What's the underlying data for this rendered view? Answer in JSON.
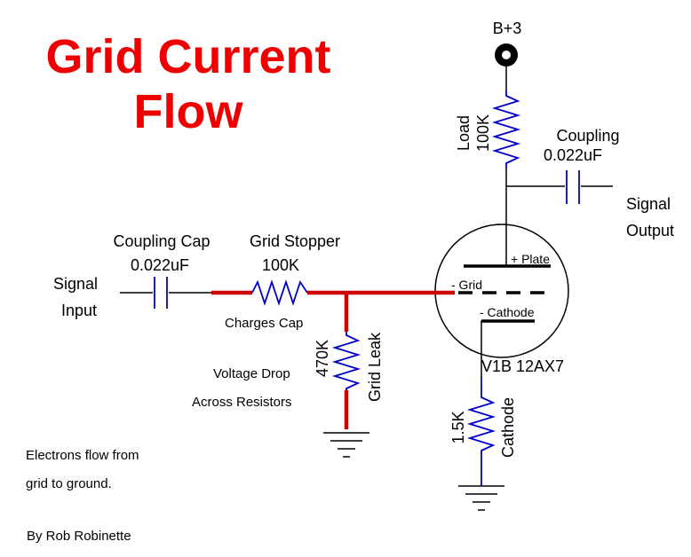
{
  "title": {
    "line1": "Grid Current",
    "line2": "Flow"
  },
  "supply": {
    "label": "B+3"
  },
  "load": {
    "name": "Load",
    "value": "100K"
  },
  "output_coupling": {
    "name": "Coupling",
    "value": "0.022uF"
  },
  "signal_output": {
    "line1": "Signal",
    "line2": "Output"
  },
  "signal_input": {
    "line1": "Signal",
    "line2": "Input"
  },
  "input_coupling": {
    "name": "Coupling Cap",
    "value": "0.022uF"
  },
  "grid_stopper": {
    "name": "Grid Stopper",
    "value": "100K"
  },
  "grid_leak": {
    "name": "Grid Leak",
    "value": "470K"
  },
  "cathode_resistor": {
    "name": "Cathode",
    "value": "1.5K"
  },
  "tube": {
    "label": "V1B 12AX7",
    "plate": "+ Plate",
    "grid": "- Grid",
    "cathode": "- Cathode"
  },
  "annotations": {
    "charges_cap": "Charges Cap",
    "voltage_drop_1": "Voltage Drop",
    "voltage_drop_2": "Across Resistors",
    "electrons_1": "Electrons flow from",
    "electrons_2": "grid to ground."
  },
  "credit": "By Rob Robinette",
  "colors": {
    "title": "#ee0000",
    "current_path": "#cc0000",
    "component": "#0000cc",
    "wire": "#000000"
  }
}
